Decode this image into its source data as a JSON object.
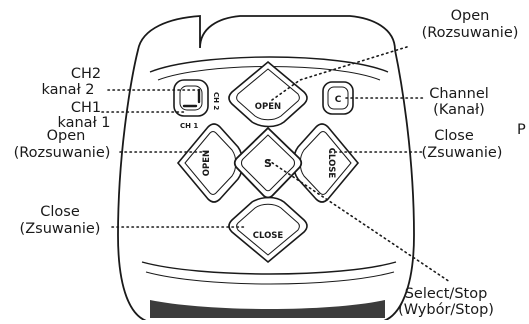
{
  "remote": {
    "buttons": {
      "open_top": "OPEN",
      "open_left": "OPEN",
      "close_right": "CLOSE",
      "close_bottom": "CLOSE",
      "select": "S",
      "channel": "C",
      "ch1": "CH 1",
      "ch2": "CH 2"
    }
  },
  "callouts": {
    "open_top": {
      "line1": "Open",
      "line2": "(Rozsuwanie)"
    },
    "channel": {
      "line1": "Channel",
      "line2": "(Kanał)"
    },
    "ch2": {
      "line1": "CH2",
      "line2": "kanał 2"
    },
    "ch1": {
      "line1": "CH1",
      "line2": "kanał 1"
    },
    "open_left": {
      "line1": "Open",
      "line2": "(Rozsuwanie)"
    },
    "close_right": {
      "line1": "Close",
      "line2": "(Zsuwanie)"
    },
    "close_left": {
      "line1": "Close",
      "line2": "(Zsuwanie)"
    },
    "select_stop": {
      "line1": "Select/Stop",
      "line2": "(Wybór/Stop)"
    },
    "edge_fragment": "P"
  },
  "colors": {
    "outline": "#1a1a1a",
    "body": "#ffffff"
  }
}
